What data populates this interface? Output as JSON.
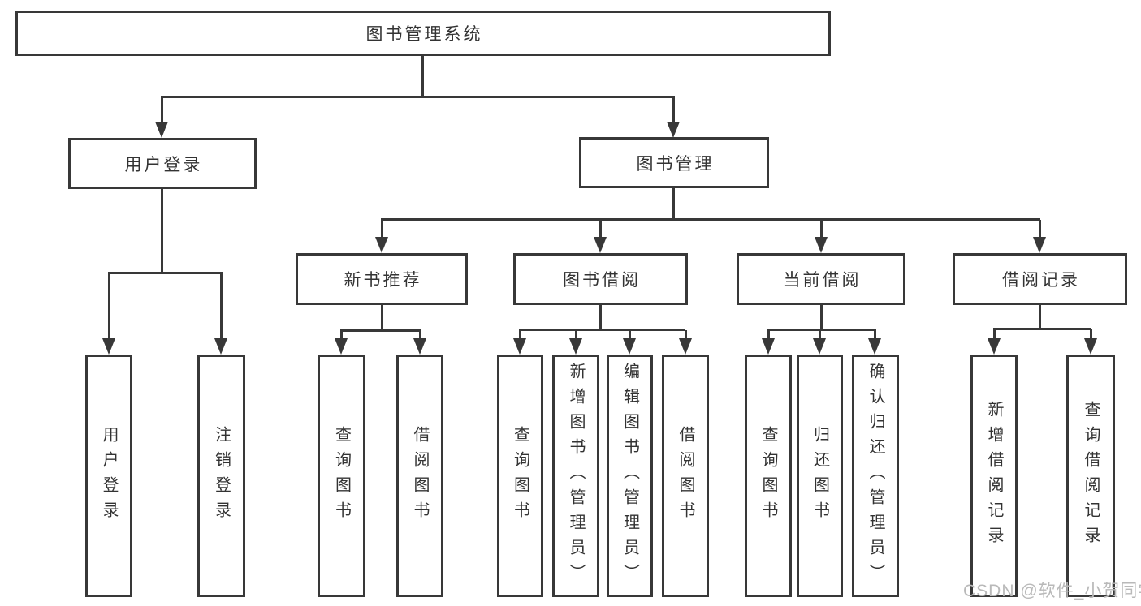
{
  "colors": {
    "line": "#383838",
    "text": "#333333",
    "watermark": "#b9b9b9",
    "background": "#ffffff"
  },
  "tree": {
    "root": {
      "label": "图书管理系统"
    },
    "branches": [
      {
        "label": "用户登录",
        "children": [
          {
            "label": "用户登录"
          },
          {
            "label": "注销登录"
          }
        ]
      },
      {
        "label": "图书管理",
        "children": [
          {
            "label": "新书推荐",
            "children": [
              {
                "label": "查询图书"
              },
              {
                "label": "借阅图书"
              }
            ]
          },
          {
            "label": "图书借阅",
            "children": [
              {
                "label": "查询图书"
              },
              {
                "label": "新增图书（管理员）"
              },
              {
                "label": "编辑图书（管理员）"
              },
              {
                "label": "借阅图书"
              }
            ]
          },
          {
            "label": "当前借阅",
            "children": [
              {
                "label": "查询图书"
              },
              {
                "label": "归还图书"
              },
              {
                "label": "确认归还（管理员）"
              }
            ]
          },
          {
            "label": "借阅记录",
            "children": [
              {
                "label": "新增借阅记录"
              },
              {
                "label": "查询借阅记录"
              }
            ]
          }
        ]
      }
    ]
  },
  "watermark": {
    "text": "CSDN @软件_小贺同学"
  }
}
